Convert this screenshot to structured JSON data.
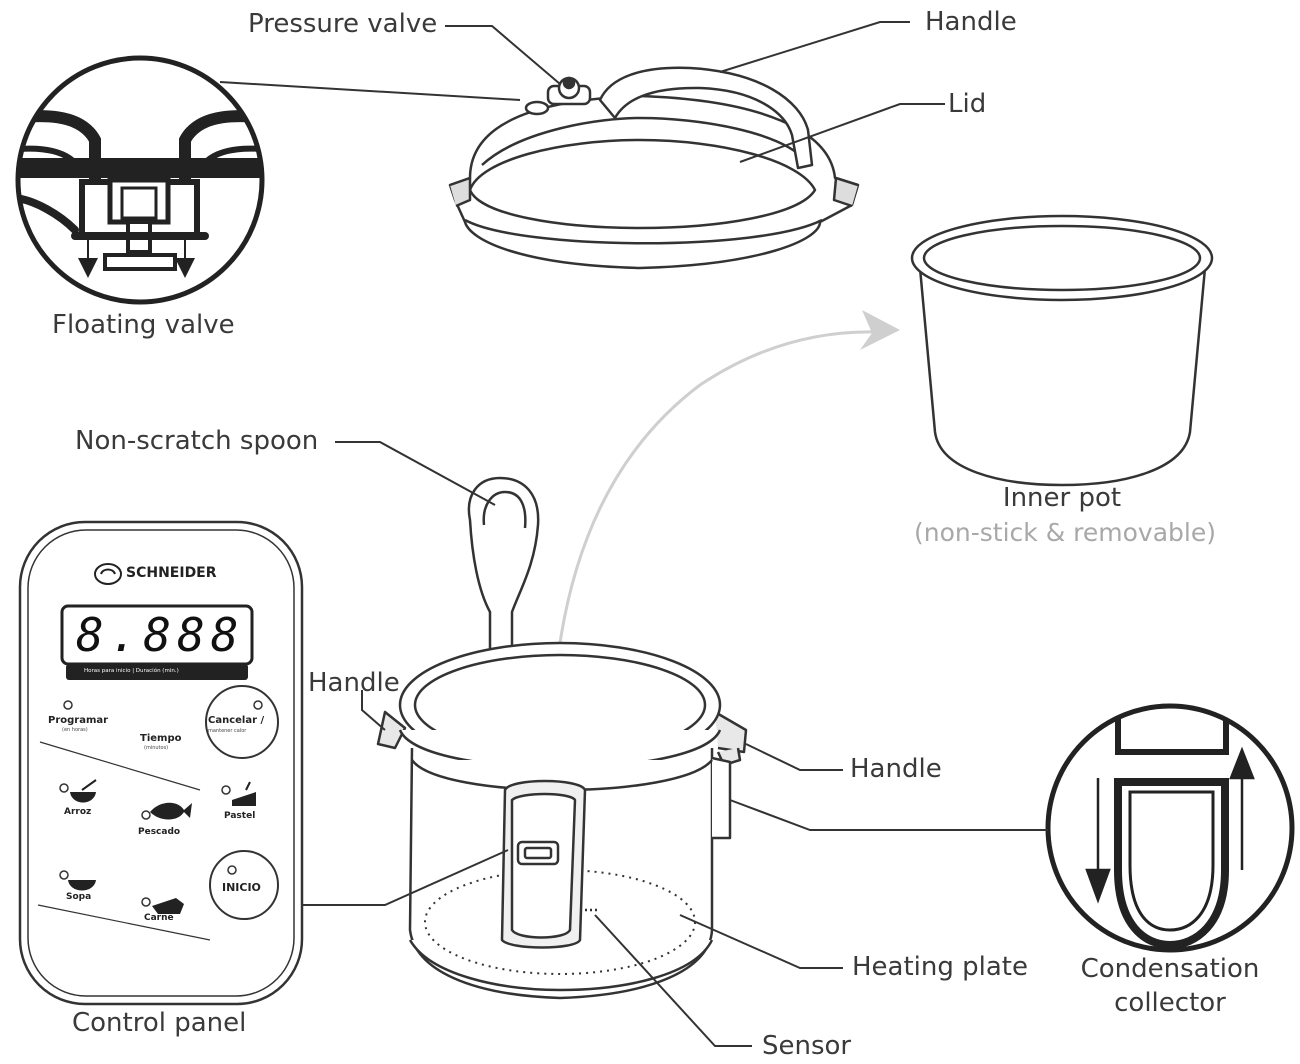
{
  "labels": {
    "pressure_valve": "Pressure valve",
    "handle_top": "Handle",
    "lid": "Lid",
    "floating_valve": "Floating valve",
    "inner_pot": "Inner pot",
    "inner_pot_note": "(non-stick & removable)",
    "non_scratch_spoon": "Non-scratch spoon",
    "handle_left": "Handle",
    "handle_right": "Handle",
    "heating_plate": "Heating plate",
    "condensation_collector_line1": "Condensation",
    "condensation_collector_line2": "collector",
    "sensor": "Sensor",
    "control_panel": "Control panel"
  },
  "panel": {
    "brand": "SCHNEIDER",
    "display": "8.888",
    "display_caption": "Horas para inicio | Duración (min.)",
    "buttons": [
      {
        "key": "programar",
        "label": "Programar",
        "sub": "(en horas)"
      },
      {
        "key": "tiempo",
        "label": "Tiempo",
        "sub": "(minutos)"
      },
      {
        "key": "cancelar",
        "label": "Cancelar /",
        "sub": "mantener calor"
      },
      {
        "key": "arroz",
        "label": "Arroz"
      },
      {
        "key": "pescado",
        "label": "Pescado"
      },
      {
        "key": "pastel",
        "label": "Pastel"
      },
      {
        "key": "sopa",
        "label": "Sopa"
      },
      {
        "key": "carne",
        "label": "Carne"
      },
      {
        "key": "inicio",
        "label": "INICIO"
      }
    ]
  },
  "colors": {
    "outline": "#333333",
    "label_text": "#3a3a3a",
    "subtle_text": "#a8a8a8",
    "arrow_gray": "#c8c8c8"
  },
  "icons": [
    "logo-icon",
    "arrow-icon",
    "bowl-icon",
    "fish-icon",
    "cake-icon",
    "soup-icon",
    "meat-icon"
  ]
}
